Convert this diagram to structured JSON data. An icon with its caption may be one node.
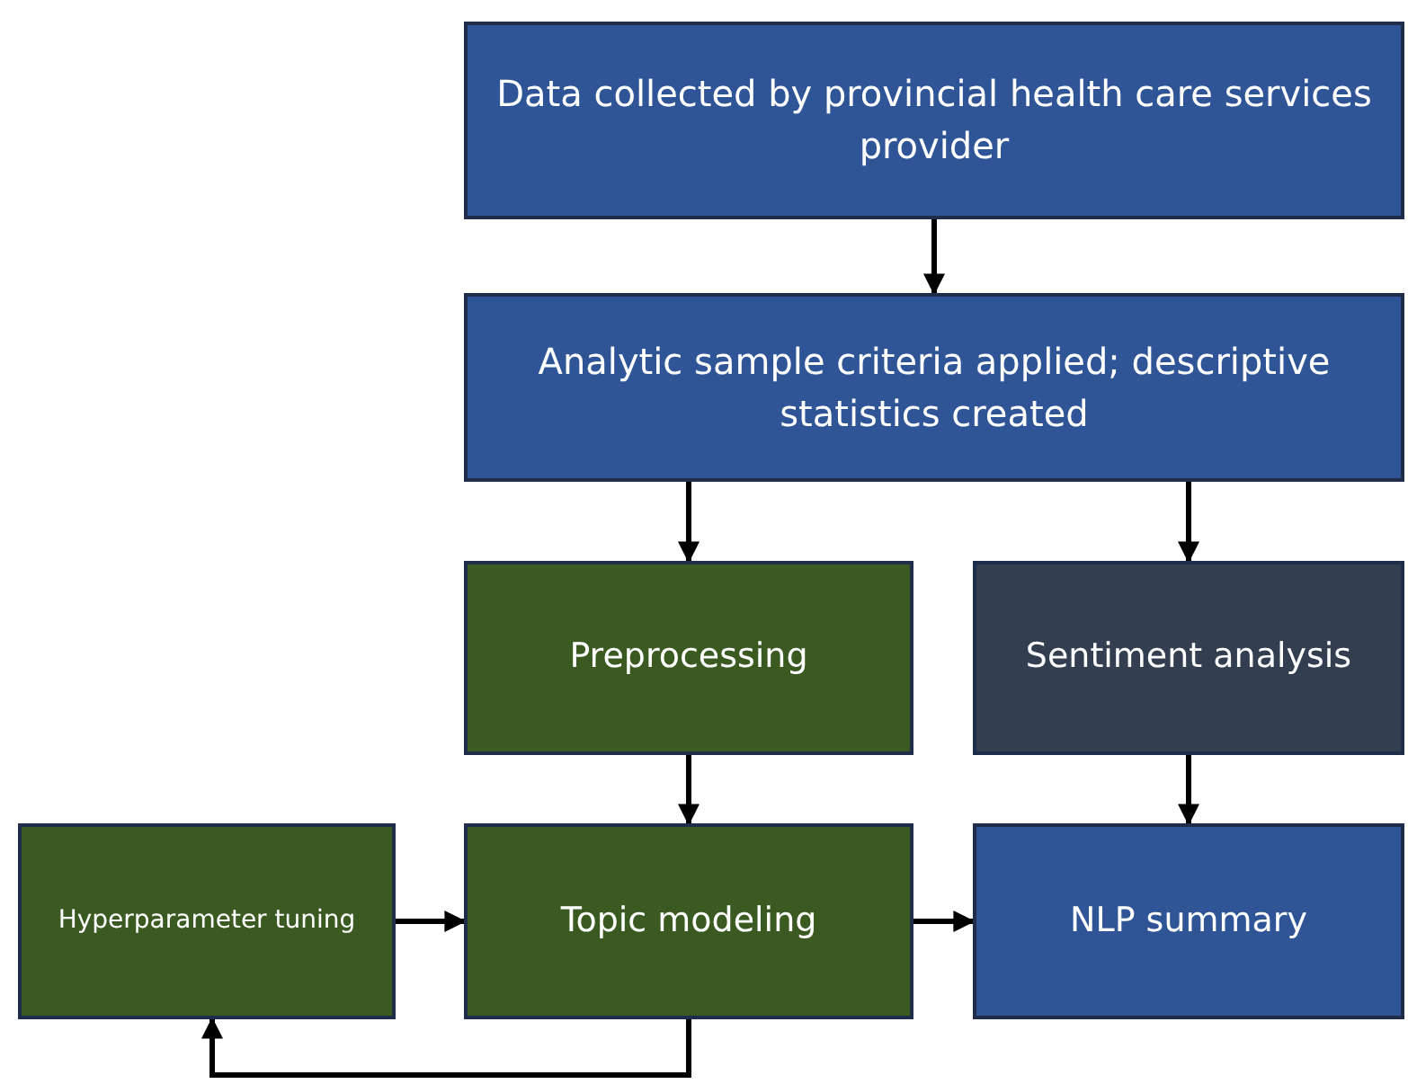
{
  "diagram": {
    "nodes": [
      {
        "text": [
          "Data collected by provincial health care services provider"
        ]
      },
      {
        "text": [
          "Analytic sample criteria applied; descriptive statistics created"
        ]
      },
      {
        "text": [
          "Preprocessing"
        ]
      },
      {
        "text": [
          "Sentiment analysis"
        ]
      },
      {
        "text": [
          "Hyperparameter tuning"
        ]
      },
      {
        "text": [
          "Topic modeling"
        ]
      },
      {
        "text": [
          "NLP summary"
        ]
      }
    ],
    "edges": [
      {
        "from": 0,
        "to": 1,
        "arrow": "to"
      },
      {
        "from": 1,
        "to": 2,
        "arrow": "to"
      },
      {
        "from": 1,
        "to": 3,
        "arrow": "to"
      },
      {
        "from": 2,
        "to": 5,
        "arrow": "to"
      },
      {
        "from": 3,
        "to": 6,
        "arrow": "to"
      },
      {
        "from": 4,
        "to": 5,
        "arrow": "to"
      },
      {
        "from": 5,
        "to": 6,
        "arrow": "to"
      },
      {
        "from": 5,
        "to": 4,
        "arrow": "to"
      }
    ]
  }
}
